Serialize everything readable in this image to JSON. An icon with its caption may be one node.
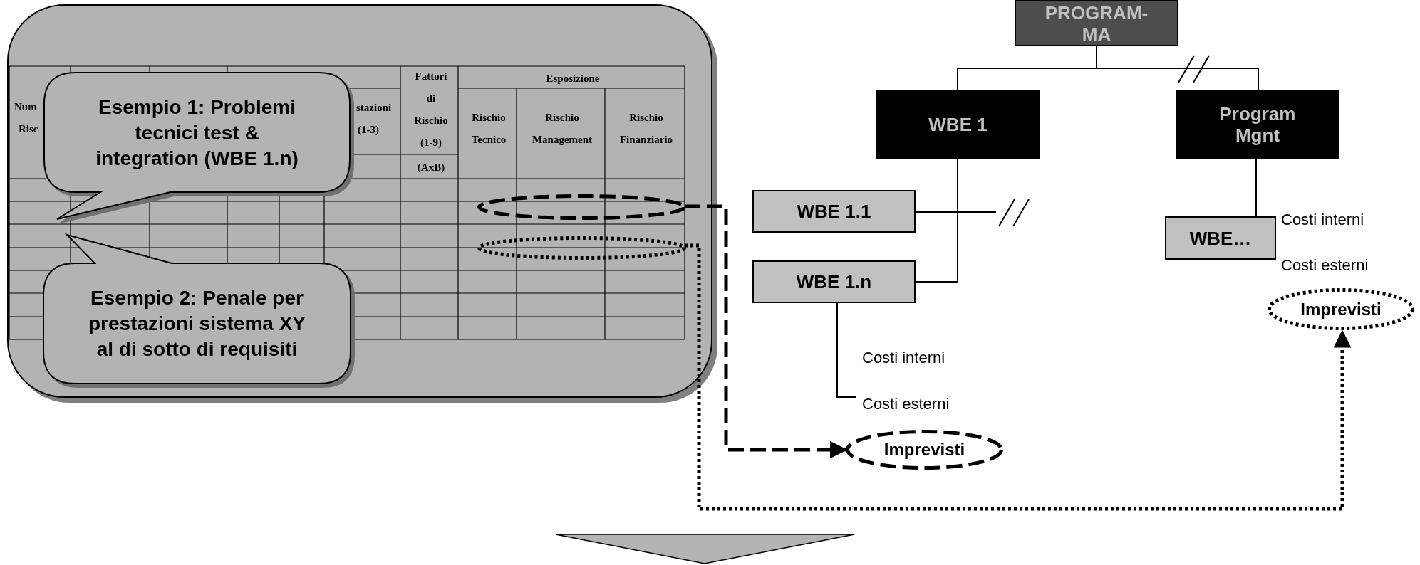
{
  "diagram": {
    "nodes": [
      {
        "text": [],
        "shape": "box"
      },
      {
        "text": [
          "Esempio 1: Problemi tecnici test & integration (WBE 1.n)"
        ],
        "in": 0
      },
      {
        "text": [],
        "shape": "ellipse",
        "in": 0
      },
      {
        "text": [],
        "shape": "ellipse",
        "in": 0
      },
      {
        "text": [
          "Esempio 2: Penale per prestazioni sistema XY al di sotto di requisiti"
        ],
        "in": 0
      },
      {
        "text": [
          "PROGRAM- MA"
        ]
      },
      {
        "text": [
          "WBE 1"
        ]
      },
      {
        "text": [
          "Program Mgnt"
        ]
      },
      {
        "text": [
          "WBE 1.1"
        ]
      },
      {
        "text": [
          "WBE 1.n"
        ],
        "beside": [
          "Costi interni",
          "Costi esterni"
        ]
      },
      {
        "text": [
          "WBE…"
        ],
        "beside": [
          "Costi interni",
          "Costi esterni"
        ]
      },
      {
        "text": [
          "Imprevisti"
        ]
      },
      {
        "text": [
          "Imprevisti"
        ]
      }
    ],
    "edges": [
      {
        "from": 5,
        "to": 6,
        "arrow": "none"
      },
      {
        "from": 5,
        "to": 7,
        "arrow": "none"
      },
      {
        "from": 6,
        "to": 8,
        "arrow": "none"
      },
      {
        "from": 6,
        "to": 9,
        "arrow": "none"
      },
      {
        "from": 7,
        "to": 10,
        "arrow": "none"
      },
      {
        "from": 2,
        "to": 11,
        "arrow": "to",
        "style": "dashed"
      },
      {
        "from": 3,
        "to": 12,
        "arrow": "to",
        "style": "dashed"
      }
    ],
    "labels": [
      "Fattori di Rischio (1-9)",
      "Esposizione",
      "Num",
      "stazioni",
      "Risc",
      "(1-3)",
      "Rischio Tecnico",
      "Rischio Management",
      "Rischio Finanziario",
      "(AxB)"
    ]
  }
}
